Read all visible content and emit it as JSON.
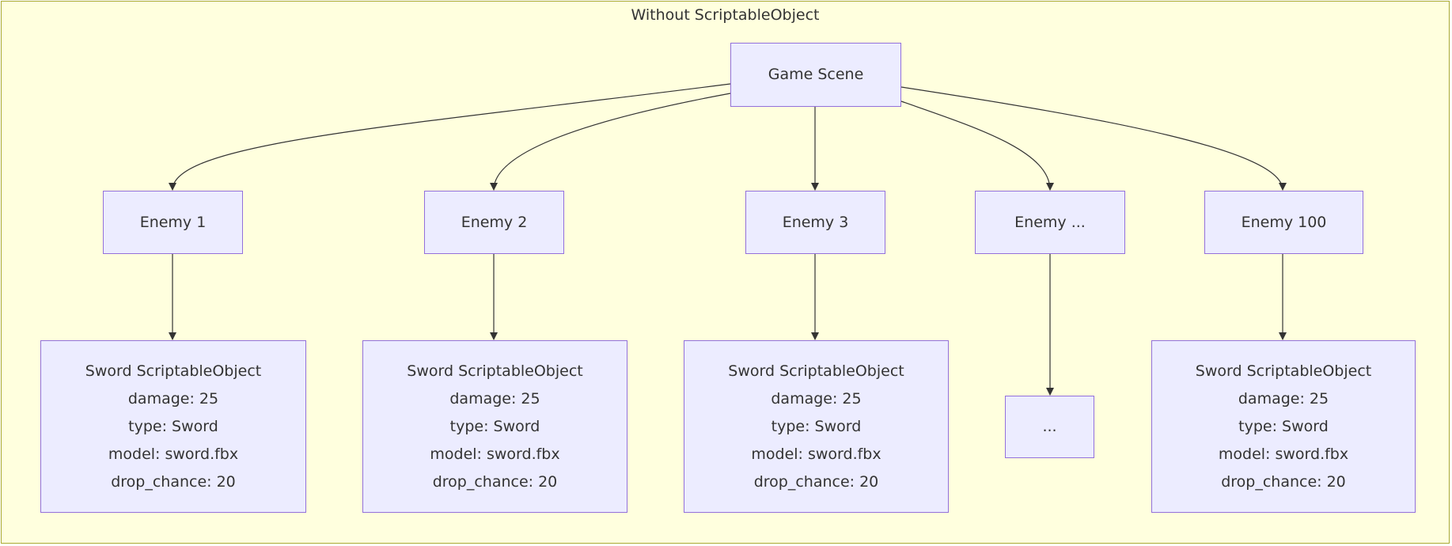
{
  "colors": {
    "cluster_fill": "#ffffde",
    "cluster_border": "#aaaa33",
    "node_fill": "#ececff",
    "node_border": "#9370db",
    "edge": "#333333",
    "text": "#333333"
  },
  "cluster": {
    "title": "Without ScriptableObject"
  },
  "nodes": {
    "game_scene": {
      "label": "Game Scene"
    },
    "enemies": [
      {
        "id": "enemy-1",
        "label": "Enemy 1"
      },
      {
        "id": "enemy-2",
        "label": "Enemy 2"
      },
      {
        "id": "enemy-3",
        "label": "Enemy 3"
      },
      {
        "id": "enemy-ellipsis",
        "label": "Enemy ..."
      },
      {
        "id": "enemy-100",
        "label": "Enemy 100"
      }
    ],
    "swords": [
      {
        "title": "Sword ScriptableObject",
        "damage": "damage: 25",
        "type": "type: Sword",
        "model": "model: sword.fbx",
        "drop_chance": "drop_chance: 20"
      },
      {
        "title": "Sword ScriptableObject",
        "damage": "damage: 25",
        "type": "type: Sword",
        "model": "model: sword.fbx",
        "drop_chance": "drop_chance: 20"
      },
      {
        "title": "Sword ScriptableObject",
        "damage": "damage: 25",
        "type": "type: Sword",
        "model": "model: sword.fbx",
        "drop_chance": "drop_chance: 20"
      },
      {
        "title": "Sword ScriptableObject",
        "damage": "damage: 25",
        "type": "type: Sword",
        "model": "model: sword.fbx",
        "drop_chance": "drop_chance: 20"
      }
    ],
    "ellipsis": {
      "label": "..."
    }
  }
}
